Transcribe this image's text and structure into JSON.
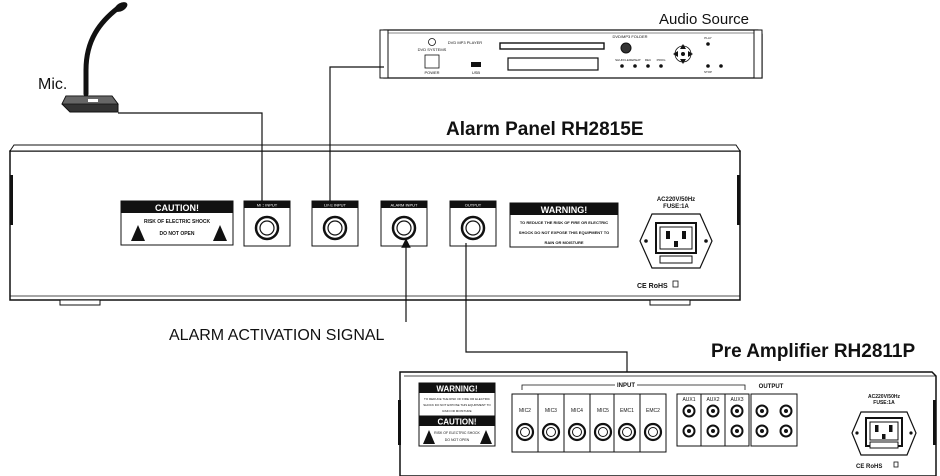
{
  "labels": {
    "audio_source": "Audio Source",
    "mic": "Mic.",
    "alarm_panel": "Alarm Panel RH2815E",
    "alarm_activation": "ALARM ACTIVATION  SIGNAL",
    "pre_amplifier": "Pre Amplifier RH2811P"
  },
  "dvd_player": {
    "brand": "DVD SYSTEMS",
    "model": "DVD MP3 PLAYER",
    "power": "POWER",
    "usb": "USB",
    "labels": [
      "DVD/MP3 FOLDER",
      "SHUFFLE",
      "REPEAT",
      "REC",
      "PROG",
      "PLAY",
      "STOP"
    ]
  },
  "alarm_panel": {
    "caution_title": "CAUTION!",
    "caution_line1": "RISK OF ELECTRIC SHOCK",
    "caution_line2": "DO NOT OPEN",
    "ports": [
      "MIC INPUT",
      "LINE INPUT",
      "ALARM INPUT",
      "OUTPUT"
    ],
    "warning_title": "WARNING!",
    "warning_line1": "TO REDUCE THE RISK OF FIRE OR ELECTRIC",
    "warning_line2": "SHOCK DO NOT EXPOSE THIS EQUIPMENT TO",
    "warning_line3": "RAIN OR MOISTURE",
    "power_rating": "AC220V/50Hz",
    "fuse": "FUSE:1A",
    "cert": "CE RoHS"
  },
  "pre_amplifier": {
    "warning_title": "WARNING!",
    "warning_line1": "TO REDUCE THE RISK OF FIRE OR ELECTRIC",
    "warning_line2": "SHOCK DO NOT EXPOSE THIS EQUIPMENT TO",
    "warning_line3": "RAIN OR MOISTURE",
    "caution_title": "CAUTION!",
    "caution_line1": "RISK OF ELECTRIC SHOCK",
    "caution_line2": "DO NOT OPEN",
    "input_group": "INPUT",
    "inputs": [
      "MIC2",
      "MIC3",
      "MIC4",
      "MIC5",
      "EMC1",
      "EMC2"
    ],
    "aux": [
      "AUX1",
      "AUX2",
      "AUX3"
    ],
    "output_group": "OUTPUT",
    "power_rating": "AC220V/50Hz",
    "fuse": "FUSE:1A",
    "cert": "CE RoHS"
  }
}
